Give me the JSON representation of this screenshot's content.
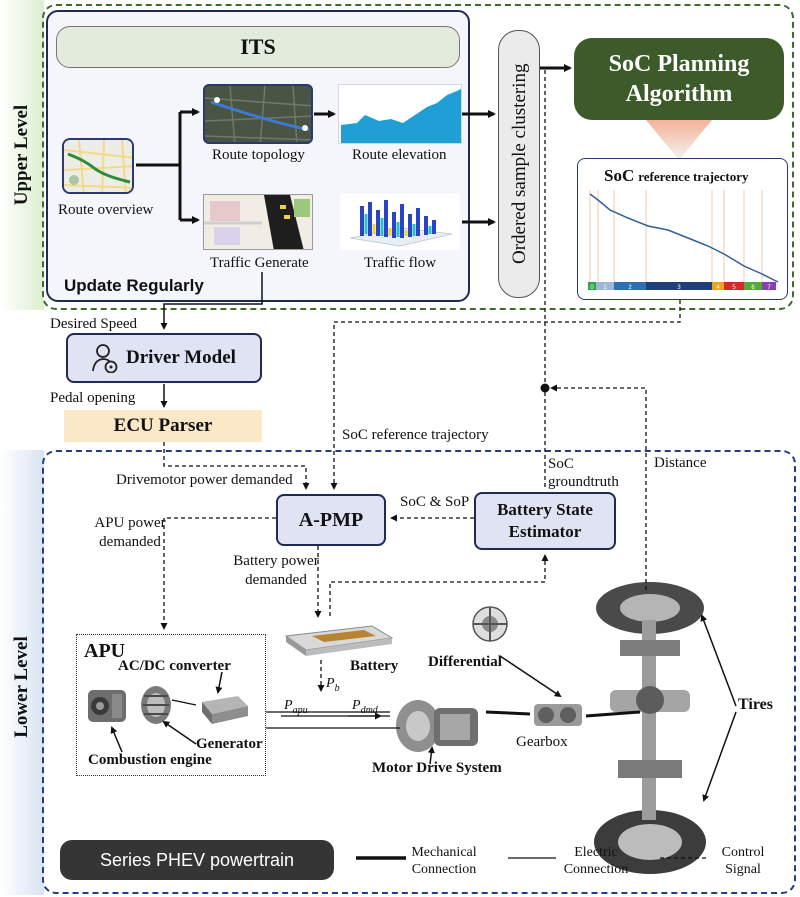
{
  "upper": {
    "side_label": "Upper Level",
    "its_title": "ITS",
    "update_label": "Update Regularly",
    "route_overview": "Route overview",
    "route_topology": "Route topology",
    "route_elevation": "Route elevation",
    "traffic_generate": "Traffic Generate",
    "traffic_flow": "Traffic flow",
    "clustering": "Ordered sample clustering",
    "soc_algo_line1": "SoC Planning",
    "soc_algo_line2": "Algorithm",
    "soc_ref_title_big": "SoC",
    "soc_ref_title_small": "reference trajectory",
    "soc_segments": [
      "0",
      "1",
      "2",
      "3",
      "4",
      "5",
      "6",
      "7"
    ]
  },
  "middle": {
    "desired_speed": "Desired Speed",
    "driver_model": "Driver Model",
    "pedal_opening": "Pedal opening",
    "ecu_parser": "ECU Parser",
    "soc_ref_traj": "SoC reference trajectory",
    "soc_groundtruth_1": "SoC",
    "soc_groundtruth_2": "groundtruth",
    "distance": "Distance"
  },
  "lower": {
    "side_label": "Lower Level",
    "drivemotor_power": "Drivemotor power demanded",
    "apmp": "A-PMP",
    "soc_sop": "SoC & SoP",
    "bse_line1": "Battery State",
    "bse_line2": "Estimator",
    "apu_power_1": "APU power",
    "apu_power_2": "demanded",
    "battery_power_1": "Battery power",
    "battery_power_2": "demanded",
    "apu": "APU",
    "acdc": "AC/DC converter",
    "battery": "Battery",
    "differential": "Differential",
    "pb_main": "P",
    "pb_sub": "b",
    "papu_main": "P",
    "papu_sub": "apu",
    "pdmd_main": "P",
    "pdmd_sub": "dmd",
    "generator": "Generator",
    "combustion": "Combustion engine",
    "gearbox": "Gearbox",
    "motor_drive": "Motor Drive System",
    "tires": "Tires",
    "title": "Series PHEV powertrain",
    "legend_mech_1": "Mechanical",
    "legend_mech_2": "Connection",
    "legend_elec_1": "Electric",
    "legend_elec_2": "Connection",
    "legend_ctrl_1": "Control",
    "legend_ctrl_2": "Signal"
  },
  "colors": {
    "upper_border": "#3f6b2a",
    "upper_side_bg": "#dcefd0",
    "lower_border": "#1f3f82",
    "lower_side_bg": "#d8e3f3",
    "soc_algo_bg": "#3d5a2a",
    "ecu_bg": "#fbe8c7",
    "title_bg": "#353535"
  }
}
